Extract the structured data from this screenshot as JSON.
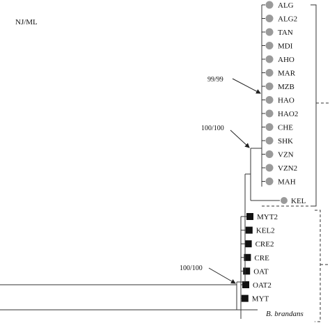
{
  "method_label": "NJ/ML",
  "outgroup": "B. brandans",
  "colors": {
    "circle": "#9a9a9a",
    "square": "#111111",
    "line": "#333333"
  },
  "clade_circles": {
    "support": "99/99",
    "taxa": [
      "ALG",
      "ALG2",
      "TAN",
      "MDI",
      "AHO",
      "MAR",
      "MZB",
      "HAO",
      "HAO2",
      "CHE",
      "SHK",
      "VZN",
      "VZN2",
      "MAH"
    ],
    "outer_taxon": "KEL",
    "outer_support": "100/100"
  },
  "clade_squares": {
    "support": "100/100",
    "taxa": [
      "MYT2",
      "KEL2",
      "CRE2",
      "CRE",
      "OAT",
      "OAT2",
      "MYT"
    ]
  }
}
